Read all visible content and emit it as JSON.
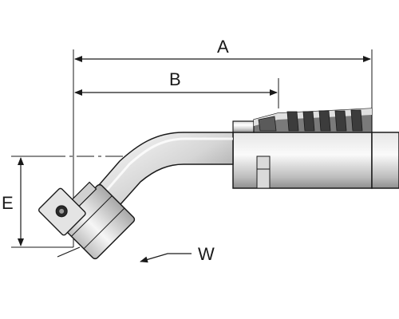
{
  "labels": {
    "a": "A",
    "b": "B",
    "e": "E",
    "w": "W"
  },
  "colors": {
    "outline": "#1a1a1a",
    "metal_light": "#f2f2f2",
    "metal_mid": "#c8c8c8",
    "metal_dark": "#6e6e6e",
    "shell_dark": "#4a4a4a"
  }
}
